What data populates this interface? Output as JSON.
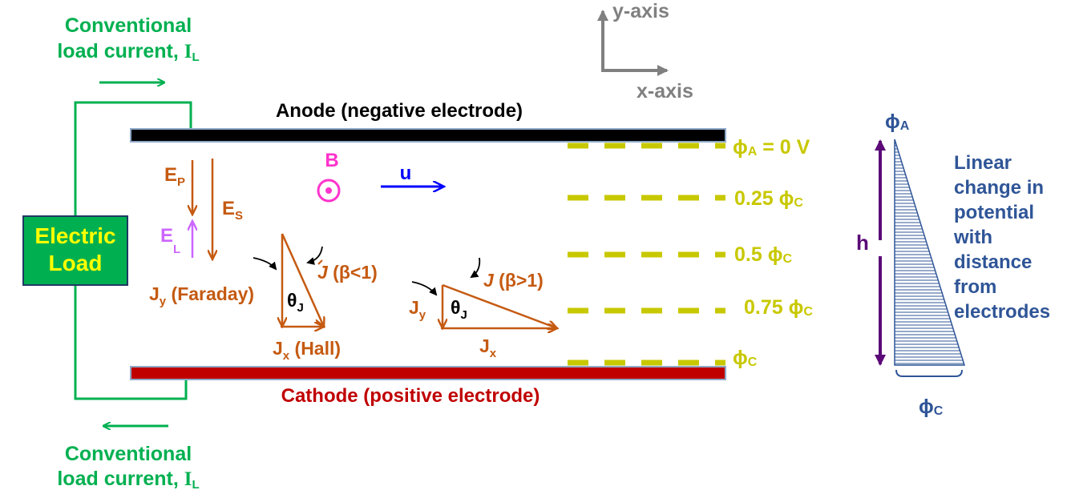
{
  "colors": {
    "green": "#00b050",
    "anode": "#000000",
    "cathode": "#c00000",
    "orange": "#c55a11",
    "magenta": "#ff33cc",
    "violet": "#cc66ff",
    "blue_u": "#0000ff",
    "yellow": "#c8c800",
    "potential_blue": "#2f5597",
    "purple_h": "#5b0a78",
    "axis_grey": "#808080",
    "load_fill": "#00b050",
    "load_text": "#ffff00"
  },
  "axes": {
    "y_label": "y-axis",
    "x_label": "x-axis"
  },
  "current_top": {
    "line1": "Conventional",
    "line2": "load current, ",
    "sym": "I",
    "sub": "L"
  },
  "current_bottom": {
    "line1": "Conventional",
    "line2": "load current, ",
    "sym": "I",
    "sub": "L"
  },
  "load": {
    "line1": "Electric",
    "line2": "Load"
  },
  "anode_label": "Anode (negative electrode)",
  "cathode_label": "Cathode (positive electrode)",
  "fields": {
    "ep": {
      "sym": "E",
      "sub": "P"
    },
    "es": {
      "sym": "E",
      "sub": "S"
    },
    "el": {
      "sym": "E",
      "sub": "L"
    },
    "b": "B",
    "u": "u"
  },
  "triangle1": {
    "jy": {
      "sym": "J",
      "sub": "y",
      "rest": " (Faraday)"
    },
    "jx": {
      "sym": "J",
      "sub": "x",
      "rest": " (Hall)"
    },
    "j": {
      "sym": "J",
      "rest": " (β<1)"
    },
    "theta": {
      "sym": "θ",
      "sub": "J"
    }
  },
  "triangle2": {
    "jy": {
      "sym": "J",
      "sub": "y"
    },
    "jx": {
      "sym": "J",
      "sub": "x"
    },
    "j": {
      "sym": "J",
      "rest": " (β>1)"
    },
    "theta": {
      "sym": "θ",
      "sub": "J"
    }
  },
  "potentials": {
    "phiA_eq": {
      "sym": "ϕ",
      "sub": "A",
      "rest": " = 0 V"
    },
    "p025": {
      "pre": "0.25 ",
      "sym": "ϕ",
      "sub": "C"
    },
    "p05": {
      "pre": "0.5 ",
      "sym": "ϕ",
      "sub": "C"
    },
    "p075": {
      "pre": "0.75 ",
      "sym": "ϕ",
      "sub": "C"
    },
    "phiC": {
      "sym": "ϕ",
      "sub": "C"
    }
  },
  "profile": {
    "top": {
      "sym": "ϕ",
      "sub": "A"
    },
    "bottom": {
      "sym": "ϕ",
      "sub": "C"
    },
    "h": "h",
    "text": [
      "Linear",
      "change in",
      "potential",
      "with",
      "distance",
      "from",
      "electrodes"
    ]
  }
}
